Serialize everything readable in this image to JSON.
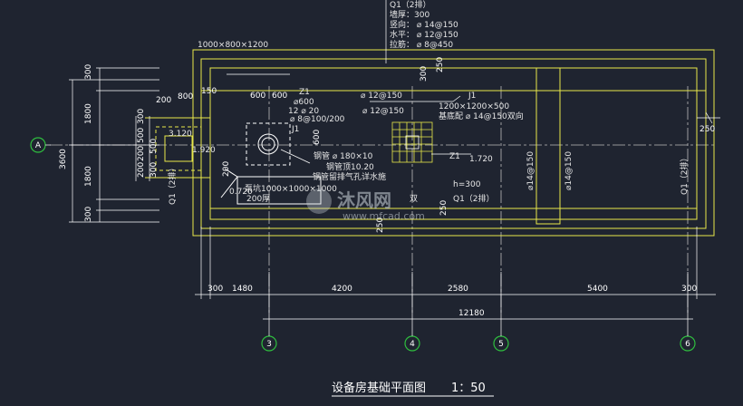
{
  "q1_spec": {
    "header": "Q1（2排）",
    "wall_thickness": "墙厚：300",
    "vertical": "竖向：",
    "vertical_rebar": "14@150",
    "horizontal": "水平：",
    "horizontal_rebar": "12@150",
    "tie": "拉筋：",
    "tie_rebar": "8@450"
  },
  "labels": {
    "opening": "1000×800×1200",
    "z1": "Z1",
    "z1_2": "Z1",
    "j1": "J1",
    "j1_2": "J1",
    "j1_size": "1200×1200×500",
    "base_rebar": "基底配",
    "base_rebar_value": "14@150双向",
    "rebar_12_150_a": "12@150",
    "rebar_12_150_b": "12@150",
    "z1_d600": "600",
    "z1_12_20": "12",
    "z1_20": "20",
    "z1_stirrup": "8@100/200",
    "steel_pipe": "钢管",
    "steel_pipe_size": "180×10",
    "pipe_top": "钢管顶10.20",
    "pipe_note": "钢管留排气孔详水施",
    "elev_3120": "3.120",
    "elev_1920": "1.920",
    "elev_1720": "1.720",
    "elev_0720": "0.720",
    "pit": "泵坑1000×1000×1000",
    "h300": "h=300",
    "q1_2": "Q1（2排）",
    "q1_left": "Q1（2排）",
    "q1_right": "Q1（2排）",
    "rebar_v1": "14@150",
    "rebar_v2": "14@150",
    "pit_note": "200厚",
    "pit_note2": "双"
  },
  "dims": {
    "d300_top": "300",
    "d1800_a": "1800",
    "d1800_b": "1800",
    "d300_bot": "300",
    "d3600": "3600",
    "d200a": "200",
    "d800": "800",
    "d150": "150",
    "d600a": "600",
    "d600b": "600",
    "d250_top": "250",
    "d250_right": "250",
    "d250_bot": "250",
    "d200_left": "200",
    "d500": "500",
    "d300_l": "300",
    "d200_l2": "200",
    "d500_l2": "500",
    "d300_l3": "300",
    "d600_mid": "600",
    "d200_pit": "200",
    "d300_bl": "300",
    "d1480": "1480",
    "d4200": "4200",
    "d2580": "2580",
    "d5400": "5400",
    "d300_br": "300",
    "d12180": "12180",
    "d300_v": "300",
    "d250_v": "250"
  },
  "axes": {
    "a": "A",
    "a3": "3",
    "a4": "4",
    "a5": "5",
    "a6": "6"
  },
  "title": {
    "name": "设备房基础平面图",
    "scale": "1：50"
  },
  "watermark": {
    "brand": "沐风网",
    "url": "www.mfcad.com"
  },
  "colors": {
    "background": "#1f2430",
    "line_yellow": "#e8e84a",
    "line_white": "#ffffff",
    "axis_green": "#2fbf3f",
    "gridline": "#8a8a8a"
  }
}
